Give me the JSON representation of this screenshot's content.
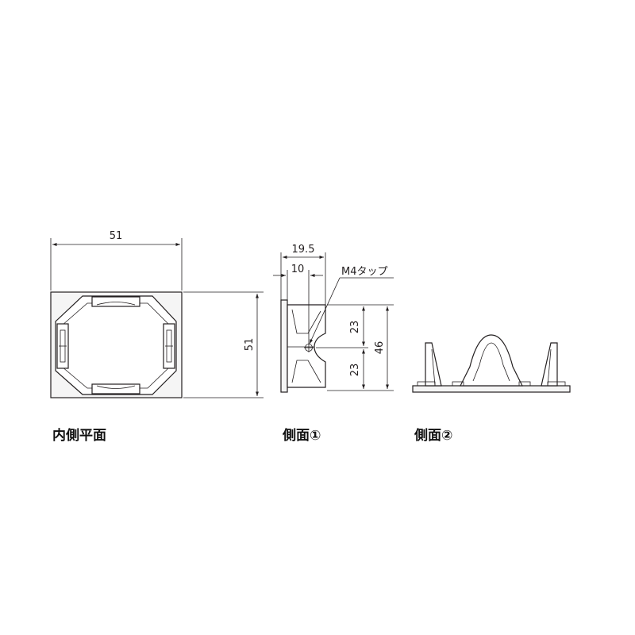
{
  "views": {
    "inner_plan": {
      "caption": "内側平面",
      "dim_width": "51",
      "dim_height": "51"
    },
    "side_1": {
      "caption": "側面①",
      "dim_overall_depth": "19.5",
      "dim_tap_offset": "10",
      "tap_note": "M4タップ",
      "dim_upper": "23",
      "dim_lower": "23",
      "dim_total": "46"
    },
    "side_2": {
      "caption": "側面②"
    }
  },
  "colors": {
    "line": "#231f20",
    "part_fill": "#f5f5f5",
    "background": "#ffffff"
  }
}
